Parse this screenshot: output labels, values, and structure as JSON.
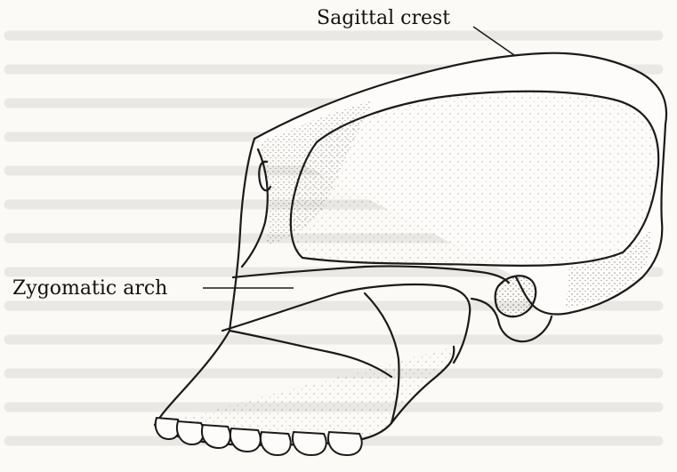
{
  "labels": {
    "sagittal_crest": "Sagittal crest",
    "zygomatic_arch": "Zygomatic arch"
  },
  "colors": {
    "ink": "#1a1a1a",
    "paper": "#fbfaf7",
    "bleed_text": "#d8d6d2"
  },
  "illustration": "skull-side-view"
}
